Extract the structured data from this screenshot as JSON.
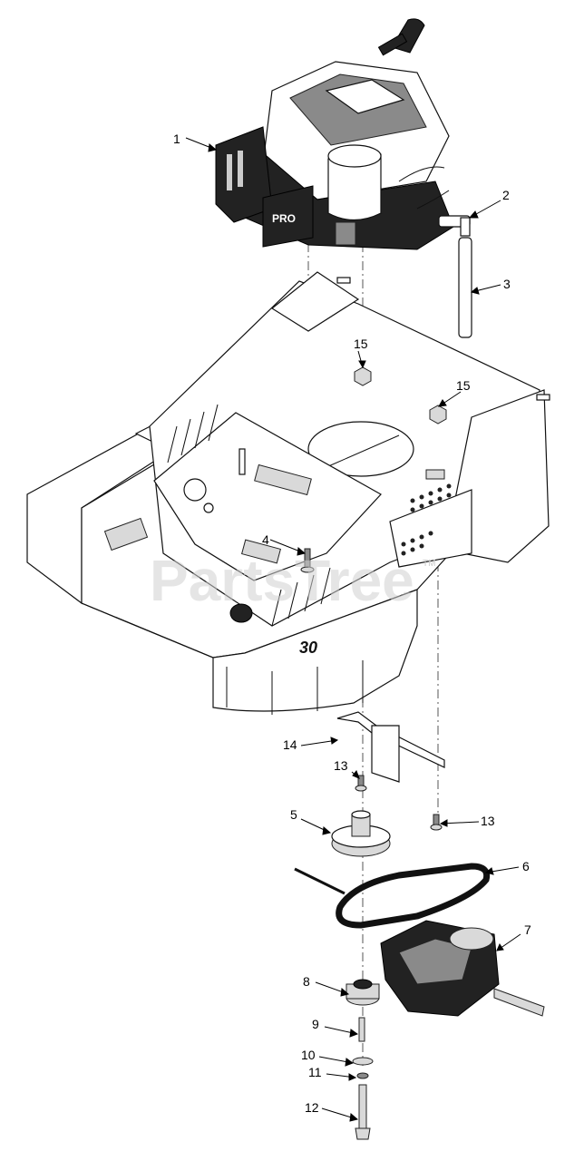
{
  "diagram": {
    "watermark": "PartsTree",
    "watermark_tm": "TM",
    "deck_badge": "30",
    "engine_badge": "PRO",
    "callouts": [
      "1",
      "2",
      "3",
      "4",
      "5",
      "6",
      "7",
      "8",
      "9",
      "10",
      "11",
      "12",
      "13",
      "13",
      "14",
      "15",
      "15"
    ]
  }
}
